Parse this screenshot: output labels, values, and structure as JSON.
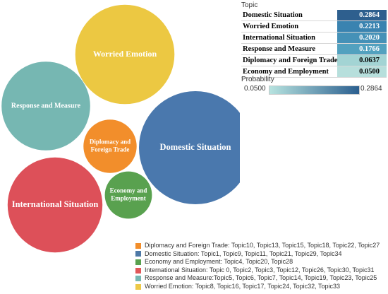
{
  "chart_data": [
    {
      "type": "bubble",
      "series": [
        {
          "name": "Domestic Situation",
          "value": 0.2864,
          "color": "#4a78ad"
        },
        {
          "name": "Worried Emotion",
          "value": 0.2213,
          "color": "#ecc842"
        },
        {
          "name": "International Situation",
          "value": 0.202,
          "color": "#dd5059"
        },
        {
          "name": "Response and Measure",
          "value": 0.1766,
          "color": "#76b7b2"
        },
        {
          "name": "Diplomacy and Foreign Trade",
          "label_lines": [
            "Diplomacy and",
            "Foreign Trade"
          ],
          "value": 0.0637,
          "color": "#f28e2b"
        },
        {
          "name": "Economy and Employment",
          "label_lines": [
            "Economy and",
            "Employment"
          ],
          "value": 0.05,
          "color": "#59a14f"
        }
      ]
    },
    {
      "type": "table",
      "title": "Topic",
      "rows": [
        {
          "topic": "Domestic Situation",
          "value": "0.2864",
          "color": "#2e5f8e",
          "text_color": "#ffffff"
        },
        {
          "topic": "Worried Emotion",
          "value": "0.2213",
          "color": "#3a83b0",
          "text_color": "#ffffff"
        },
        {
          "topic": "International Situation",
          "value": "0.2020",
          "color": "#4591b7",
          "text_color": "#ffffff"
        },
        {
          "topic": "Response and Measure",
          "value": "0.1766",
          "color": "#52a1bf",
          "text_color": "#ffffff"
        },
        {
          "topic": "Diplomacy and Foreign Trade",
          "value": "0.0637",
          "color": "#a3d4d4",
          "text_color": "#000000"
        },
        {
          "topic": "Economy and Employment",
          "value": "0.0500",
          "color": "#b7dfdc",
          "text_color": "#000000"
        }
      ]
    }
  ],
  "colorbar": {
    "title": "Probability",
    "min_label": "0.0500",
    "max_label": "0.2864",
    "min_color": "#b7e3df",
    "max_color": "#2b5f8f"
  },
  "legend": {
    "items": [
      {
        "text": "Diplomacy and Foreign Trade: Topic10, Topic13, Topic15, Topic18, Topic22, Topic27",
        "color": "#f28e2b"
      },
      {
        "text": "Domestic Situation: Topic1, Topic9, Topic11, Topic21, Topic29, Topic34",
        "color": "#4e79a7"
      },
      {
        "text": "Economy and Employment: Topic4, Topic20, Topic28",
        "color": "#59a14f"
      },
      {
        "text": "International Situation: Topic 0, Topic2, Topic3, Topic12, Topic26, Topic30, Topic31",
        "color": "#e15759"
      },
      {
        "text": "Response and Measure:Topic5, Topic6, Topic7, Topic14, Topic19, Topic23, Topic25",
        "color": "#76b7b2"
      },
      {
        "text": "Worried Emotion: Topic8, Topic16, Topic17, Topic24, Topic32, Topic33",
        "color": "#edc948"
      }
    ]
  }
}
